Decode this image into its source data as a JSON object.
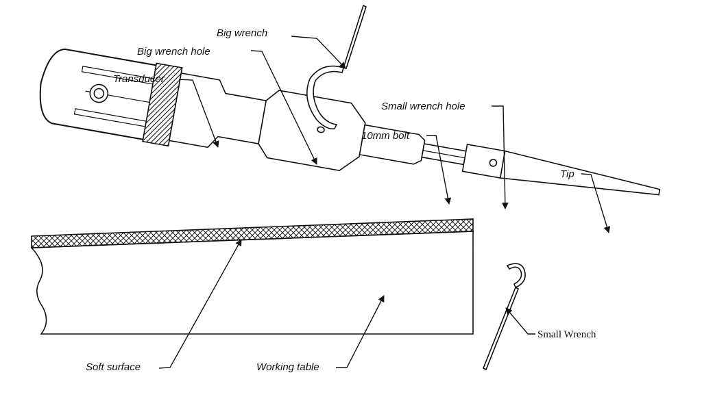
{
  "labels": {
    "big_wrench": "Big wrench",
    "big_wrench_hole": "Big wrench hole",
    "transducer": "Transducer",
    "small_wrench_hole": "Small wrench hole",
    "bolt_10mm": "10mm bolt",
    "tip": "Tip",
    "small_wrench": "Small Wrench",
    "soft_surface": "Soft surface",
    "working_table": "Working table"
  },
  "label_suffix": "-",
  "label_prefix": "-"
}
